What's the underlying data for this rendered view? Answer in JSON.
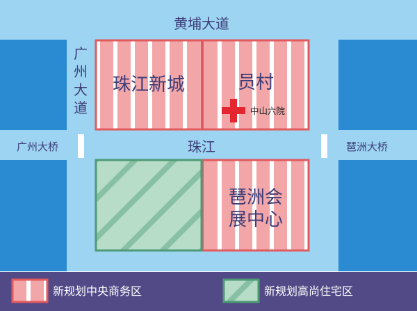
{
  "roads": {
    "top": "黄埔大道",
    "left": [
      "广",
      "州",
      "大",
      "道"
    ]
  },
  "river": {
    "name": "珠江",
    "bridge_left": "广州大桥",
    "bridge_right": "琶洲大桥"
  },
  "districts": {
    "zhujiang": "珠江新城",
    "yuancun": "员村",
    "pazhou_line1": "琶洲会",
    "pazhou_line2": "展中心"
  },
  "poi": {
    "hospital": "中山六院",
    "hospital_icon": "red-cross-icon"
  },
  "legend": {
    "cbd": "新规划中央商务区",
    "residential": "新规划高尚住宅区"
  },
  "colors": {
    "cbd_fill": "#f2a6a8",
    "cbd_border": "#e25a5e",
    "residential_fill": "#b7ddc9",
    "residential_border": "#4e9a75",
    "road": "#9dd4f2",
    "block": "#2a8ad2",
    "legend_bg": "#524a87",
    "cross": "#e3262f"
  }
}
